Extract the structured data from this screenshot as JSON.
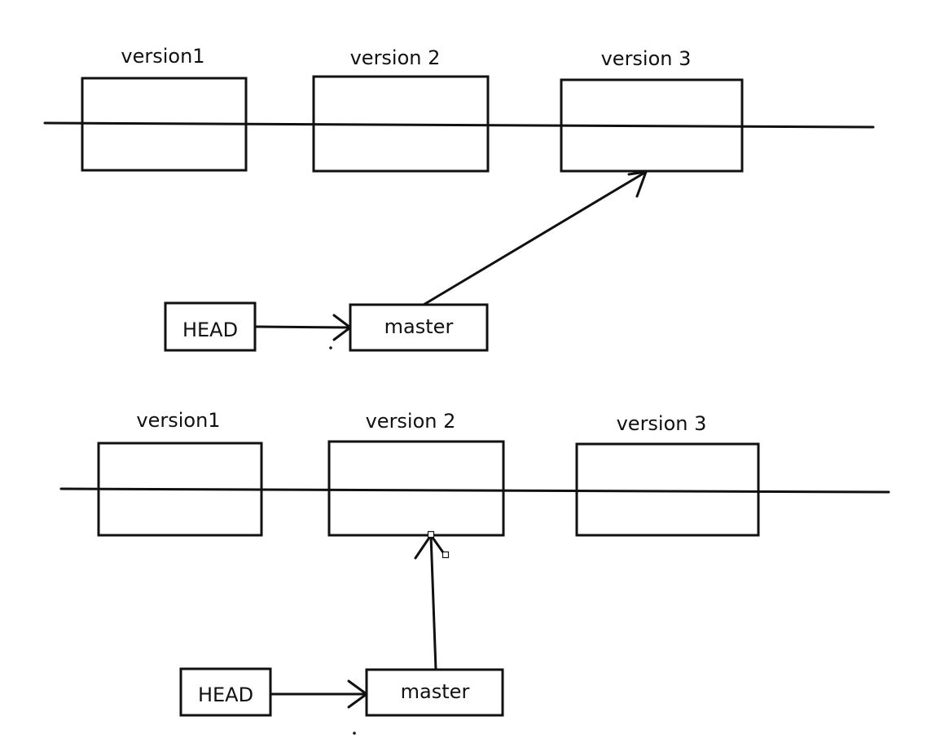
{
  "diagrams": [
    {
      "versions": [
        "version1",
        "version 2",
        "version 3"
      ],
      "head_label": "HEAD",
      "branch_label": "master",
      "branch_points_to": "version 3"
    },
    {
      "versions": [
        "version1",
        "version 2",
        "version 3"
      ],
      "head_label": "HEAD",
      "branch_label": "master",
      "branch_points_to": "version 2"
    }
  ],
  "colors": {
    "stroke": "#111111",
    "background": "#ffffff"
  }
}
